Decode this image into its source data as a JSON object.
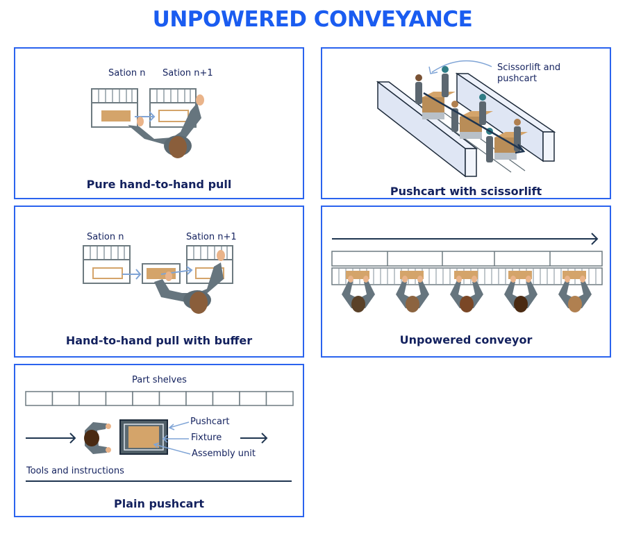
{
  "title": "UNPOWERED CONVEYANCE",
  "colors": {
    "accent": "#2a63ee",
    "title": "#1a5cf0",
    "text": "#13215e",
    "box": "#d4a46a",
    "worker": "#66757e",
    "arrow": "#7fa4d6"
  },
  "panels": {
    "pure_hand_to_hand": {
      "caption": "Pure hand-to-hand pull",
      "station_a": "Sation n",
      "station_b": "Sation n+1"
    },
    "scissorlift": {
      "caption": "Pushcart with scissorlift",
      "callout_line1": "Scissorlift and",
      "callout_line2": "pushcart"
    },
    "buffer": {
      "caption": "Hand-to-hand pull with buffer",
      "station_a": "Sation n",
      "station_b": "Sation n+1"
    },
    "conveyor": {
      "caption": "Unpowered conveyor",
      "worker_hair_colors": [
        "#5a4128",
        "#8c6440",
        "#7a4726",
        "#4a2a12",
        "#b08050"
      ]
    },
    "plain_pushcart": {
      "caption": "Plain pushcart",
      "shelves_label": "Part shelves",
      "pushcart_label": "Pushcart",
      "fixture_label": "Fixture",
      "assembly_label": "Assembly unit",
      "tools_label": "Tools and instructions"
    }
  }
}
